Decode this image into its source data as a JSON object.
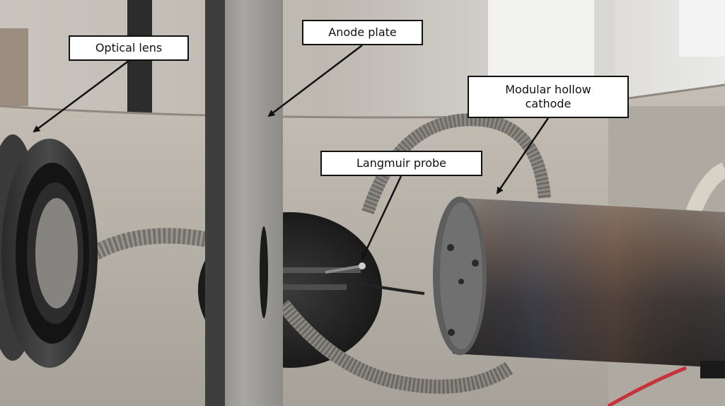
{
  "labels": {
    "optical_lens": "Optical lens",
    "anode_plate": "Anode plate",
    "hollow_cathode_line1": "Modular hollow",
    "hollow_cathode_line2": "cathode",
    "langmuir_probe": "Langmuir probe"
  },
  "colors": {
    "label_border": "#111111",
    "arrow": "#111111",
    "red_wire": "#c8323a"
  }
}
